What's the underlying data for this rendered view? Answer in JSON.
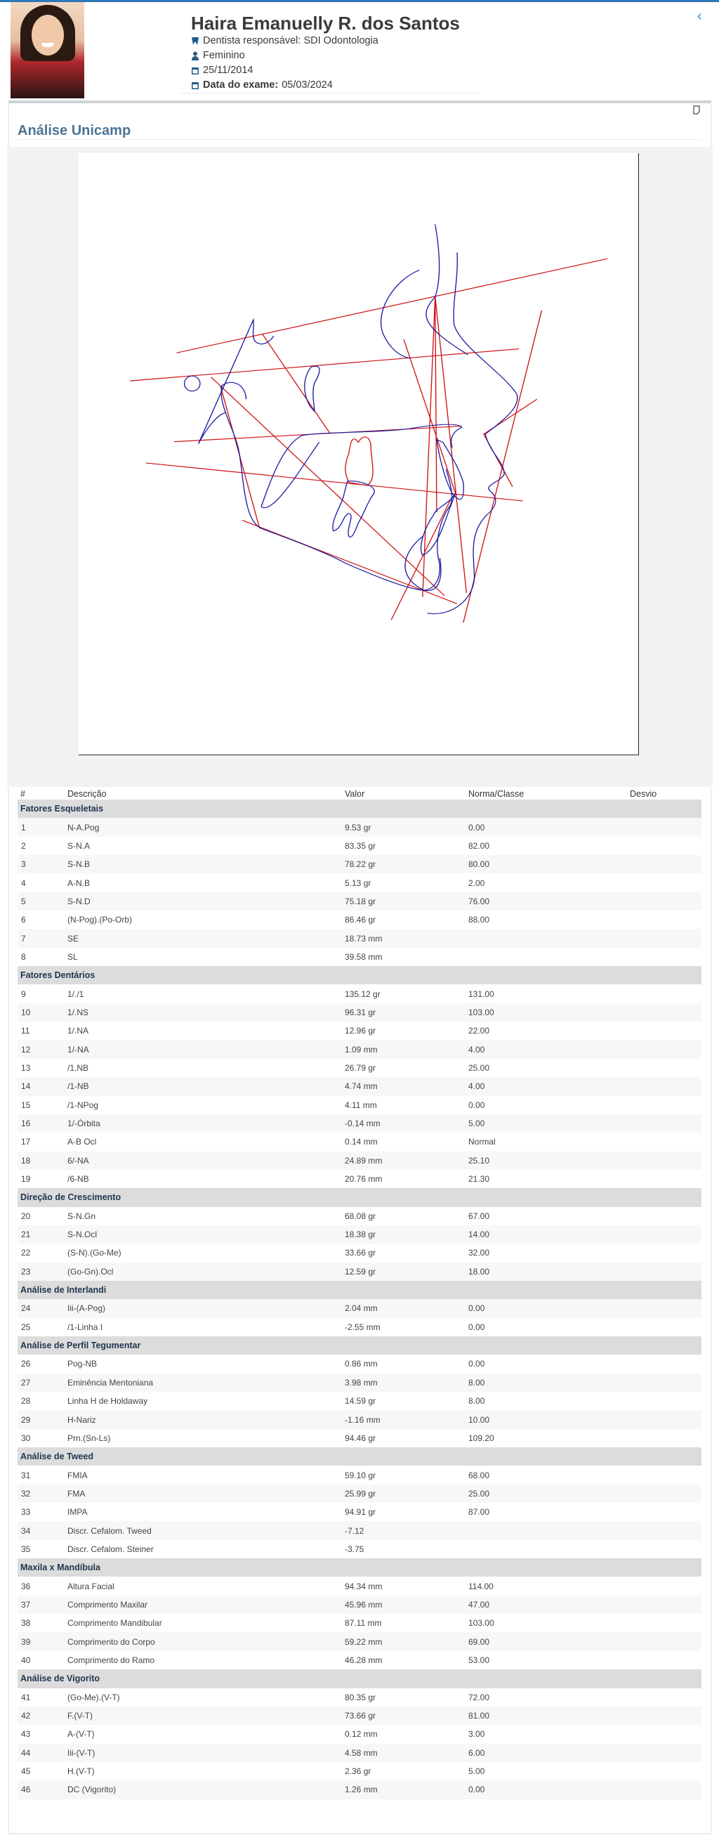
{
  "patient": {
    "name": "Haira Emanuelly R. dos Santos",
    "dentist": "Dentista responsável: SDI Odontologia",
    "gender": "Feminino",
    "birth_date": "25/11/2014",
    "exam_date_label": "Data do exame:",
    "exam_date": "05/03/2024"
  },
  "section_title": "Análise Unicamp",
  "colors": {
    "accent": "#2f78b7",
    "title": "#4e7394",
    "trace_red": "#d01010",
    "trace_blue": "#1a1aa0"
  },
  "table": {
    "headers": [
      "#",
      "Descrição",
      "Valor",
      "Norma/Classe",
      "Desvio"
    ],
    "groups": [
      {
        "name": "Fatores Esqueletais",
        "rows": [
          [
            "1",
            "N-A.Pog",
            "9.53 gr",
            "0.00"
          ],
          [
            "2",
            "S-N.A",
            "83.35 gr",
            "82.00"
          ],
          [
            "3",
            "S-N.B",
            "78.22 gr",
            "80.00"
          ],
          [
            "4",
            "A-N.B",
            "5.13 gr",
            "2.00"
          ],
          [
            "5",
            "S-N.D",
            "75.18 gr",
            "76.00"
          ],
          [
            "6",
            "(N-Pog).(Po-Orb)",
            "86.46 gr",
            "88.00"
          ],
          [
            "7",
            "SE",
            "18.73 mm",
            ""
          ],
          [
            "8",
            "SL",
            "39.58 mm",
            ""
          ]
        ]
      },
      {
        "name": "Fatores Dentários",
        "rows": [
          [
            "9",
            "1/./1",
            "135.12 gr",
            "131.00"
          ],
          [
            "10",
            "1/.NS",
            "96.31 gr",
            "103.00"
          ],
          [
            "11",
            "1/.NA",
            "12.96 gr",
            "22.00"
          ],
          [
            "12",
            "1/-NA",
            "1.09 mm",
            "4.00"
          ],
          [
            "13",
            "/1.NB",
            "26.79 gr",
            "25.00"
          ],
          [
            "14",
            "/1-NB",
            "4.74 mm",
            "4.00"
          ],
          [
            "15",
            "/1-NPog",
            "4.11 mm",
            "0.00"
          ],
          [
            "16",
            "1/-Órbita",
            "-0.14 mm",
            "5.00"
          ],
          [
            "17",
            "A-B Ocl",
            "0.14 mm",
            "Normal"
          ],
          [
            "18",
            "6/-NA",
            "24.89 mm",
            "25.10"
          ],
          [
            "19",
            "/6-NB",
            "20.76 mm",
            "21.30"
          ]
        ]
      },
      {
        "name": "Direção de Crescimento",
        "rows": [
          [
            "20",
            "S-N.Gn",
            "68.08 gr",
            "67.00"
          ],
          [
            "21",
            "S-N.Ocl",
            "18.38 gr",
            "14.00"
          ],
          [
            "22",
            "(S-N).(Go-Me)",
            "33.66 gr",
            "32.00"
          ],
          [
            "23",
            "(Go-Gn).Ocl",
            "12.59 gr",
            "18.00"
          ]
        ]
      },
      {
        "name": "Análise de Interlandi",
        "rows": [
          [
            "24",
            "Iii-(A-Pog)",
            "2.04 mm",
            "0.00"
          ],
          [
            "25",
            "/1-Linha I",
            "-2.55 mm",
            "0.00"
          ]
        ]
      },
      {
        "name": "Análise de Perfil Tegumentar",
        "rows": [
          [
            "26",
            "Pog-NB",
            "0.86 mm",
            "0.00"
          ],
          [
            "27",
            "Eminência Mentoniana",
            "3.98 mm",
            "8.00"
          ],
          [
            "28",
            "Linha H de Holdaway",
            "14.59 gr",
            "8.00"
          ],
          [
            "29",
            "H-Nariz",
            "-1.16 mm",
            "10.00"
          ],
          [
            "30",
            "Prn.(Sn-Ls)",
            "94.46 gr",
            "109.20"
          ]
        ]
      },
      {
        "name": "Análise de Tweed",
        "rows": [
          [
            "31",
            "FMIA",
            "59.10 gr",
            "68.00"
          ],
          [
            "32",
            "FMA",
            "25.99 gr",
            "25.00"
          ],
          [
            "33",
            "IMPA",
            "94.91 gr",
            "87.00"
          ],
          [
            "34",
            "Discr. Cefalom. Tweed",
            "-7.12",
            ""
          ],
          [
            "35",
            "Discr. Cefalom. Steiner",
            "-3.75",
            ""
          ]
        ]
      },
      {
        "name": "Maxila x Mandíbula",
        "rows": [
          [
            "36",
            "Altura Facial",
            "94.34 mm",
            "114.00"
          ],
          [
            "37",
            "Comprimento Maxilar",
            "45.96 mm",
            "47.00"
          ],
          [
            "38",
            "Comprimento Mandibular",
            "87.11 mm",
            "103.00"
          ],
          [
            "39",
            "Comprimento do Corpo",
            "59.22 mm",
            "69.00"
          ],
          [
            "40",
            "Comprimento do Ramo",
            "46.28 mm",
            "53.00"
          ]
        ]
      },
      {
        "name": "Análise de Vigorito",
        "rows": [
          [
            "41",
            "(Go-Me).(V-T)",
            "80.35 gr",
            "72.00"
          ],
          [
            "42",
            "F.(V-T)",
            "73.66 gr",
            "81.00"
          ],
          [
            "43",
            "A-(V-T)",
            "0.12 mm",
            "3.00"
          ],
          [
            "44",
            "Iii-(V-T)",
            "4.58 mm",
            "6.00"
          ],
          [
            "45",
            "H.(V-T)",
            "2.36 gr",
            "5.00"
          ],
          [
            "46",
            "DC (Vigorito)",
            "1.26 mm",
            "0.00"
          ]
        ]
      }
    ]
  }
}
